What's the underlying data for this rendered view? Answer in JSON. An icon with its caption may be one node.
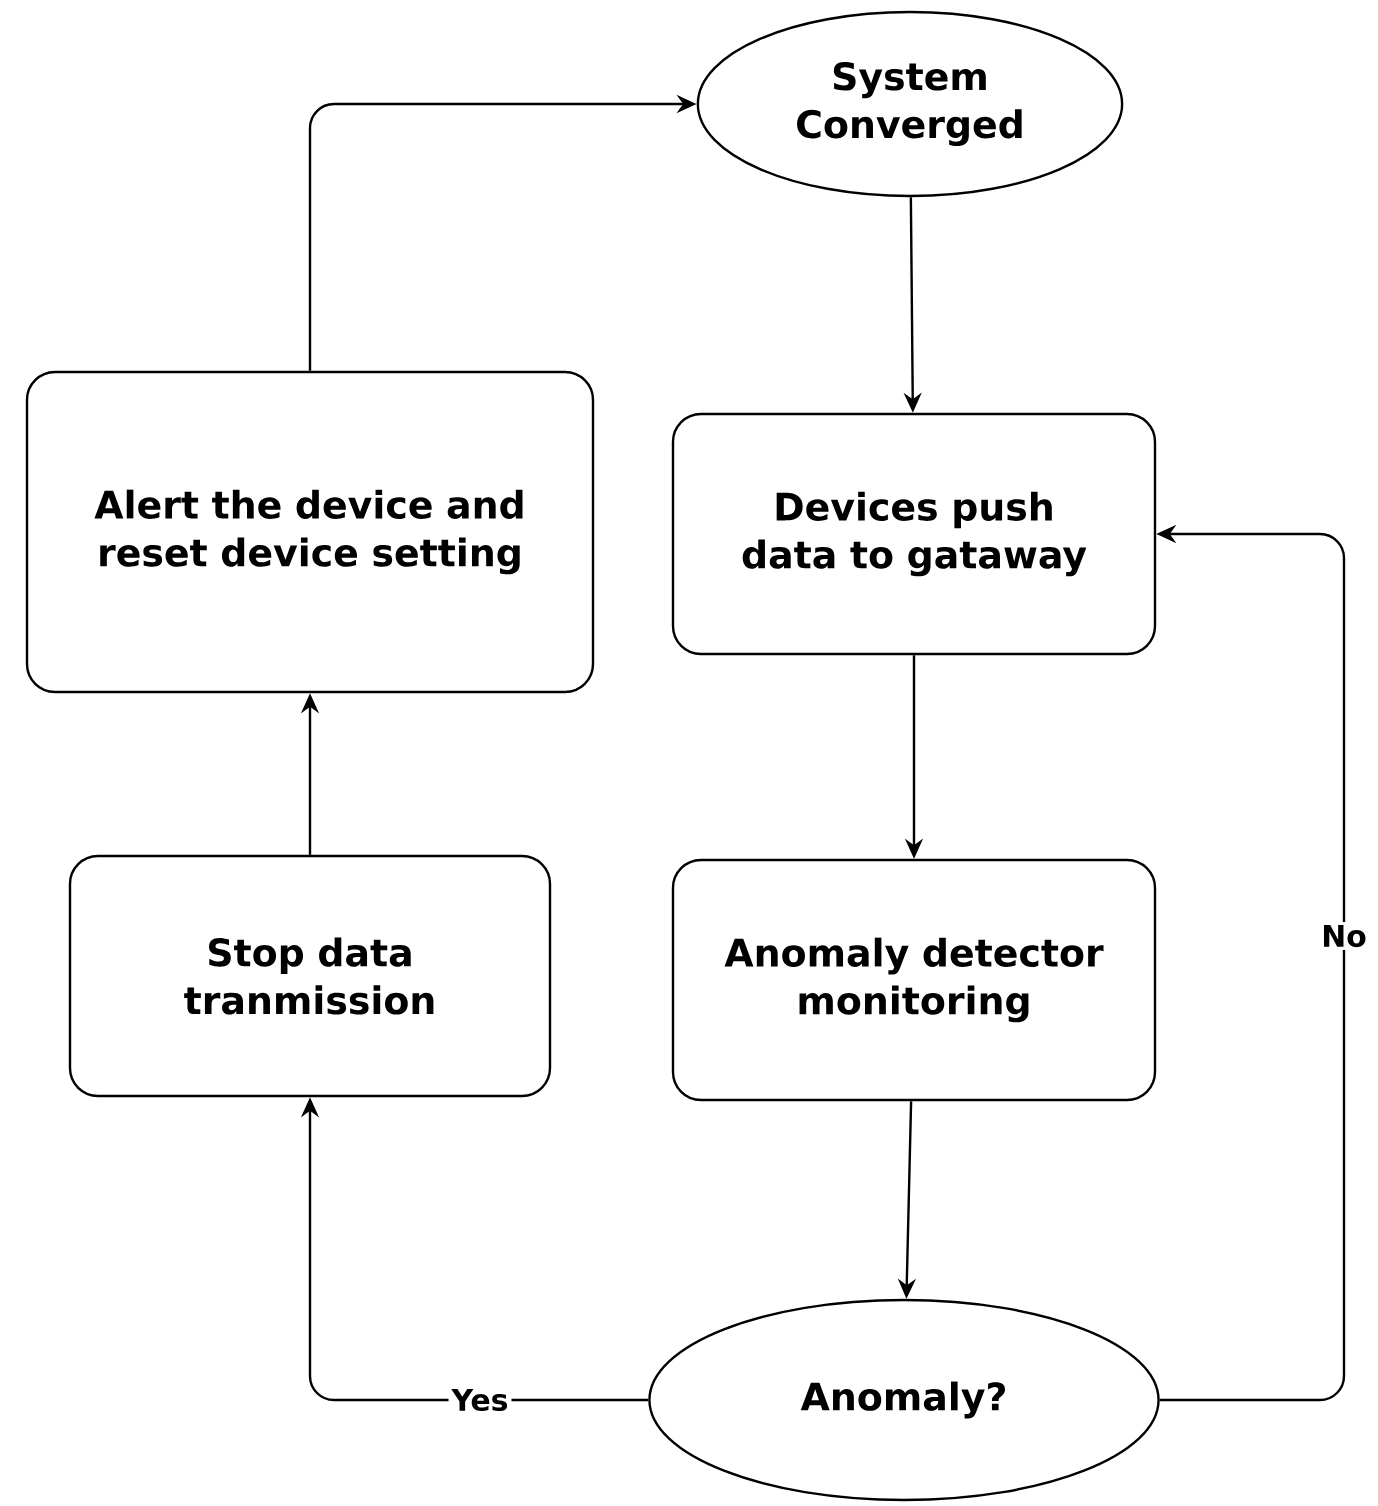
{
  "diagram": {
    "nodes": [
      {
        "text": [
          "System Converged"
        ]
      },
      {
        "text": [
          "Devices push data to gataway"
        ]
      },
      {
        "text": [
          "Anomaly detector monitoring"
        ]
      },
      {
        "text": [
          "Anomaly?"
        ]
      },
      {
        "text": [
          "Stop data tranmission"
        ]
      },
      {
        "text": [
          "Alert the device and reset device setting"
        ]
      }
    ],
    "edges": [
      {
        "from": 0,
        "to": 1,
        "arrow": "to"
      },
      {
        "from": 1,
        "to": 2,
        "arrow": "to"
      },
      {
        "from": 2,
        "to": 3,
        "arrow": "to"
      },
      {
        "from": 3,
        "to": 4,
        "arrow": "to",
        "label": "Yes"
      },
      {
        "from": 3,
        "to": 1,
        "arrow": "to",
        "label": "No"
      },
      {
        "from": 4,
        "to": 5,
        "arrow": "to"
      },
      {
        "from": 5,
        "to": 0,
        "arrow": "to"
      }
    ]
  }
}
